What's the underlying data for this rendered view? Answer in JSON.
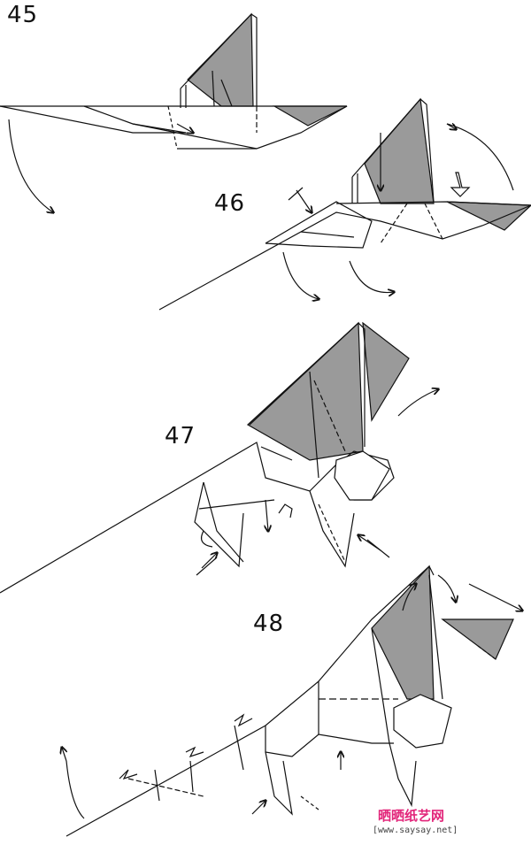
{
  "steps": [
    {
      "number": "45"
    },
    {
      "number": "46"
    },
    {
      "number": "47"
    },
    {
      "number": "48"
    }
  ],
  "watermark": {
    "brand": "晒晒纸艺网",
    "url": "[www.saysay.net]"
  },
  "colors": {
    "ink": "#111111",
    "shade": "#9a9a9a",
    "watermark": "#e2257a"
  }
}
